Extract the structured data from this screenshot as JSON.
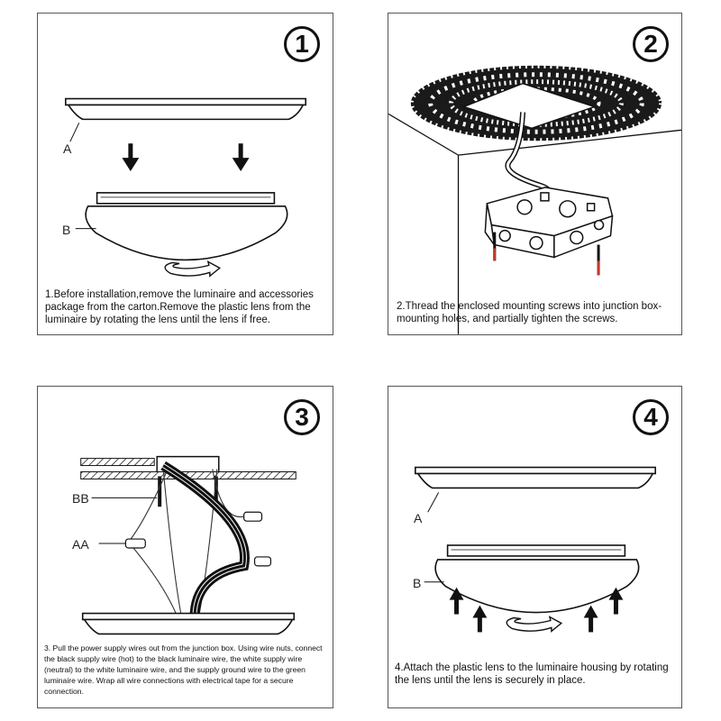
{
  "steps": [
    {
      "number": "1",
      "caption": "1.Before installation,remove the luminaire and accessories package from the carton.Remove the plastic lens from the luminaire by rotating the lens until the lens if free.",
      "labels": {
        "a": "A",
        "b": "B"
      }
    },
    {
      "number": "2",
      "caption": "2.Thread the enclosed mounting screws into junction box-mounting holes, and partially tighten the screws."
    },
    {
      "number": "3",
      "caption": "3. Pull the power supply wires out from the junction box. Using wire nuts, connect the black supply wire (hot) to the black luminaire wire, the white supply wire (neutral) to the white luminaire wire, and the supply ground wire to the green luminaire wire. Wrap all wire connections with electrical tape for a secure connection.",
      "labels": {
        "bb": "BB",
        "aa": "AA"
      }
    },
    {
      "number": "4",
      "caption": "4.Attach the plastic lens to the luminaire housing by rotating the lens until the lens is securely in place.",
      "labels": {
        "a": "A",
        "b": "B"
      }
    }
  ],
  "colors": {
    "line": "#111111",
    "frame": "#555555",
    "screw_tip": "#c0392b"
  },
  "icons": [
    "down-arrow-icon",
    "up-arrow-icon",
    "rotate-arrow-icon",
    "junction-box-icon",
    "wire-nut-icon"
  ]
}
